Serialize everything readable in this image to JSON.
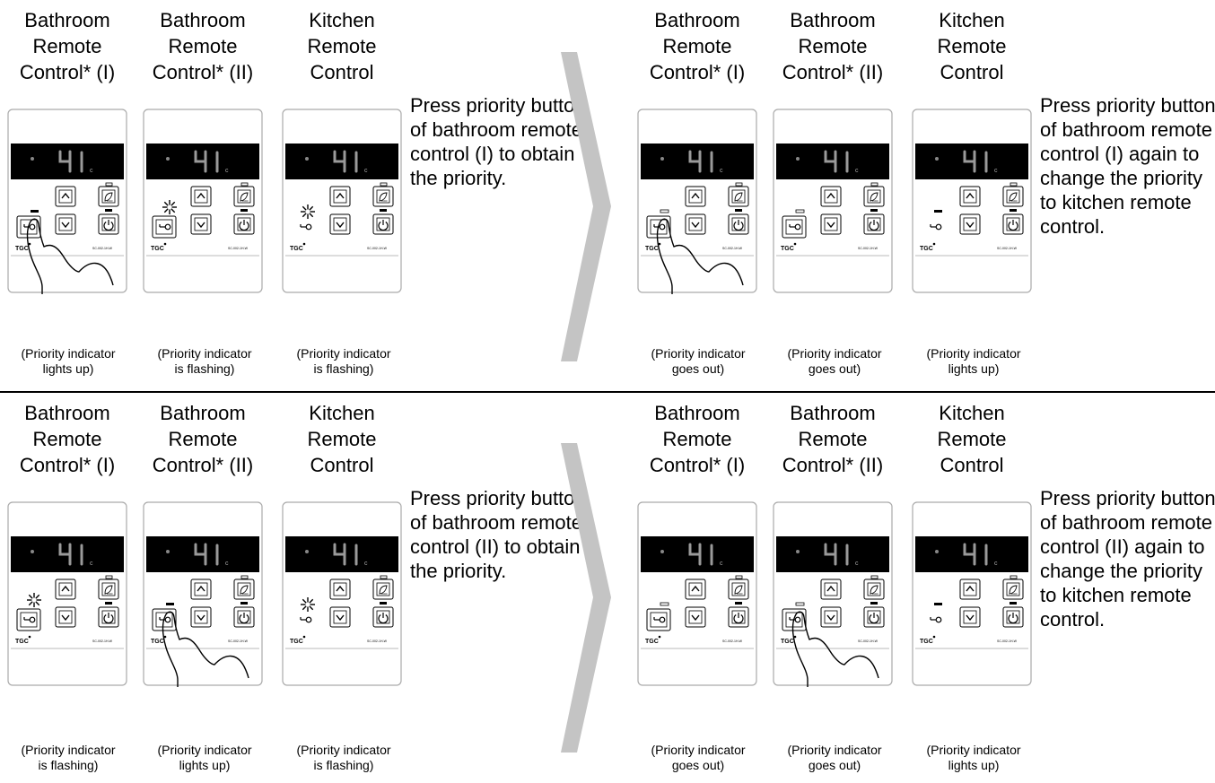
{
  "panels": [
    {
      "headers": [
        "Bathroom\nRemote\nControl* (I)",
        "Bathroom\nRemote\nControl* (II)",
        "Kitchen\nRemote\nControl"
      ],
      "instruction": "Press priority button of bathroom remote control (I) to obtain the priority.",
      "captions": [
        "(Priority indicator\nlights up)",
        "(Priority indicator\nis flashing)",
        "(Priority indicator\nis flashing)"
      ],
      "devices": [
        {
          "display": "41",
          "unit": "c",
          "indicator": "on",
          "pressed": true,
          "has_key_box": true,
          "brand": "TGC",
          "model": "SC-002-1H-W"
        },
        {
          "display": "41",
          "unit": "c",
          "indicator": "flashing",
          "pressed": false,
          "has_key_box": true,
          "brand": "TGC",
          "model": "SC-002-1H-W"
        },
        {
          "display": "41",
          "unit": "c",
          "indicator": "flashing",
          "pressed": false,
          "has_key_box": false,
          "brand": "TGC",
          "model": "SC-002-1H-W"
        }
      ]
    },
    {
      "headers": [
        "Bathroom\nRemote\nControl* (I)",
        "Bathroom\nRemote\nControl* (II)",
        "Kitchen\nRemote\nControl"
      ],
      "instruction": "Press priority button of bathroom remote control (I) again to change the priority to kitchen remote control.",
      "captions": [
        "(Priority indicator\ngoes out)",
        "(Priority indicator\ngoes out)",
        "(Priority indicator\nlights up)"
      ],
      "devices": [
        {
          "display": "41",
          "unit": "c",
          "indicator": "off",
          "pressed": true,
          "has_key_box": true,
          "brand": "TGC",
          "model": "SC-002-1H-W"
        },
        {
          "display": "41",
          "unit": "c",
          "indicator": "off",
          "pressed": false,
          "has_key_box": true,
          "brand": "TGC",
          "model": "SC-002-1H-W"
        },
        {
          "display": "41",
          "unit": "c",
          "indicator": "on",
          "pressed": false,
          "has_key_box": false,
          "brand": "TGC",
          "model": "SC-002-1H-W"
        }
      ]
    },
    {
      "headers": [
        "Bathroom\nRemote\nControl* (I)",
        "Bathroom\nRemote\nControl* (II)",
        "Kitchen\nRemote\nControl"
      ],
      "instruction": "Press priority button of bathroom remote control (II) to obtain the priority.",
      "captions": [
        "(Priority indicator\nis flashing)",
        "(Priority indicator\nlights up)",
        "(Priority indicator\nis flashing)"
      ],
      "devices": [
        {
          "display": "41",
          "unit": "c",
          "indicator": "flashing",
          "pressed": false,
          "has_key_box": true,
          "brand": "TGC",
          "model": "SC-002-1H-W"
        },
        {
          "display": "41",
          "unit": "c",
          "indicator": "on",
          "pressed": true,
          "has_key_box": true,
          "brand": "TGC",
          "model": "SC-002-1H-W"
        },
        {
          "display": "41",
          "unit": "c",
          "indicator": "flashing",
          "pressed": false,
          "has_key_box": false,
          "brand": "TGC",
          "model": "SC-002-1H-W"
        }
      ]
    },
    {
      "headers": [
        "Bathroom\nRemote\nControl* (I)",
        "Bathroom\nRemote\nControl* (II)",
        "Kitchen\nRemote\nControl"
      ],
      "instruction": "Press priority button of bathroom remote control (II) again to change the priority to kitchen remote control.",
      "captions": [
        "(Priority indicator\ngoes out)",
        "(Priority indicator\ngoes out)",
        "(Priority indicator\nlights up)"
      ],
      "devices": [
        {
          "display": "41",
          "unit": "c",
          "indicator": "off",
          "pressed": false,
          "has_key_box": true,
          "brand": "TGC",
          "model": "SC-002-1H-W"
        },
        {
          "display": "41",
          "unit": "c",
          "indicator": "off",
          "pressed": true,
          "has_key_box": true,
          "brand": "TGC",
          "model": "SC-002-1H-W"
        },
        {
          "display": "41",
          "unit": "c",
          "indicator": "on",
          "pressed": false,
          "has_key_box": false,
          "brand": "TGC",
          "model": "SC-002-1H-W"
        }
      ]
    }
  ],
  "colors": {
    "display_bg": "#000000",
    "digit": "#9a9a9a",
    "arrow": "#c4c4c4",
    "outline": "#aaaaaa"
  }
}
